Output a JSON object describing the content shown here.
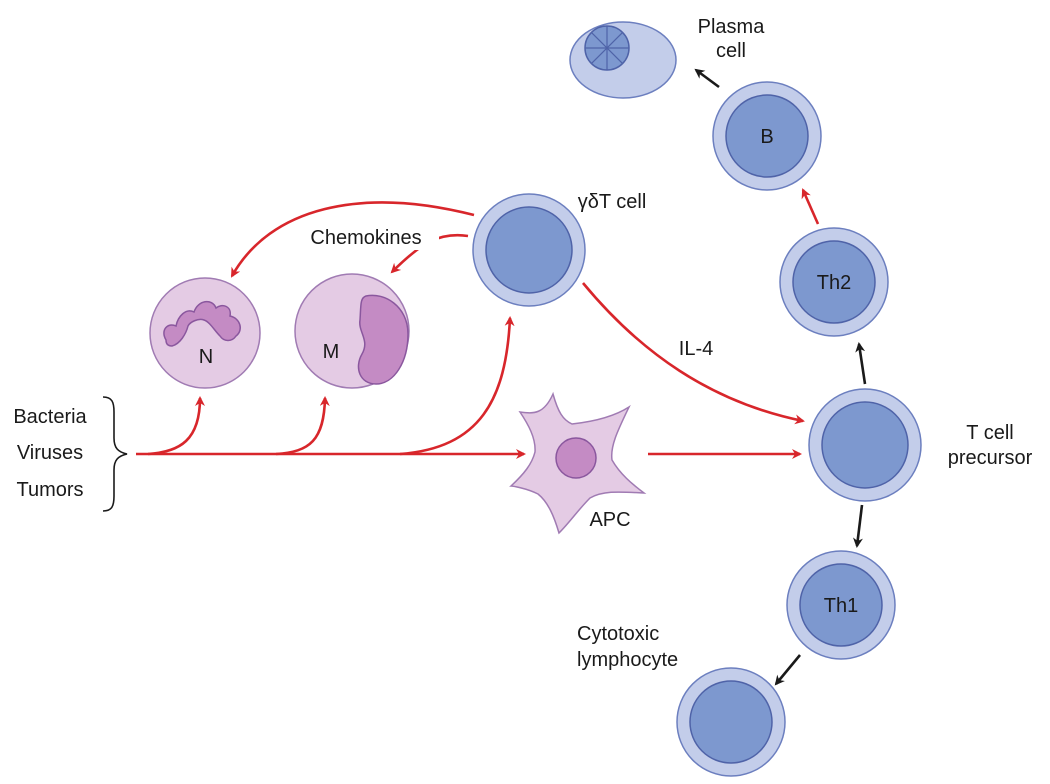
{
  "labels": {
    "plasma_cell_line1": "Plasma",
    "plasma_cell_line2": "cell",
    "gd_t_cell": "γδT cell",
    "chemokines": "Chemokines",
    "il4": "IL-4",
    "t_cell_line1": "T cell",
    "t_cell_line2": "precursor",
    "apc": "APC",
    "cytotoxic_line1": "Cytotoxic",
    "cytotoxic_line2": "lymphocyte",
    "bacteria": "Bacteria",
    "viruses": "Viruses",
    "tumors": "Tumors"
  },
  "cells": {
    "neutrophil": "N",
    "macrophage": "M",
    "b_cell": "B",
    "th2": "Th2",
    "th1": "Th1"
  },
  "colors": {
    "red_arrow": "#d8262b",
    "black_arrow": "#1a1a1a",
    "lymphocyte_outer": "#c3cdea",
    "lymphocyte_inner": "#7d98cf",
    "granulocyte": "#e4cbe4",
    "nucleus": "#c48bc4"
  }
}
